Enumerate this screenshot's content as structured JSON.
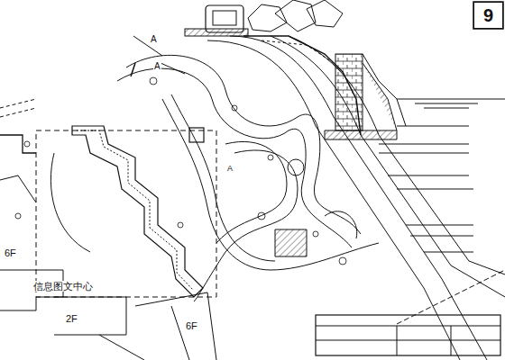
{
  "diagram": {
    "nodes": [
      {
        "text": [
          "9"
        ]
      }
    ],
    "labels": [
      "A",
      "A",
      "A",
      "信息图文中心",
      "6F",
      "2F",
      "6F"
    ]
  }
}
